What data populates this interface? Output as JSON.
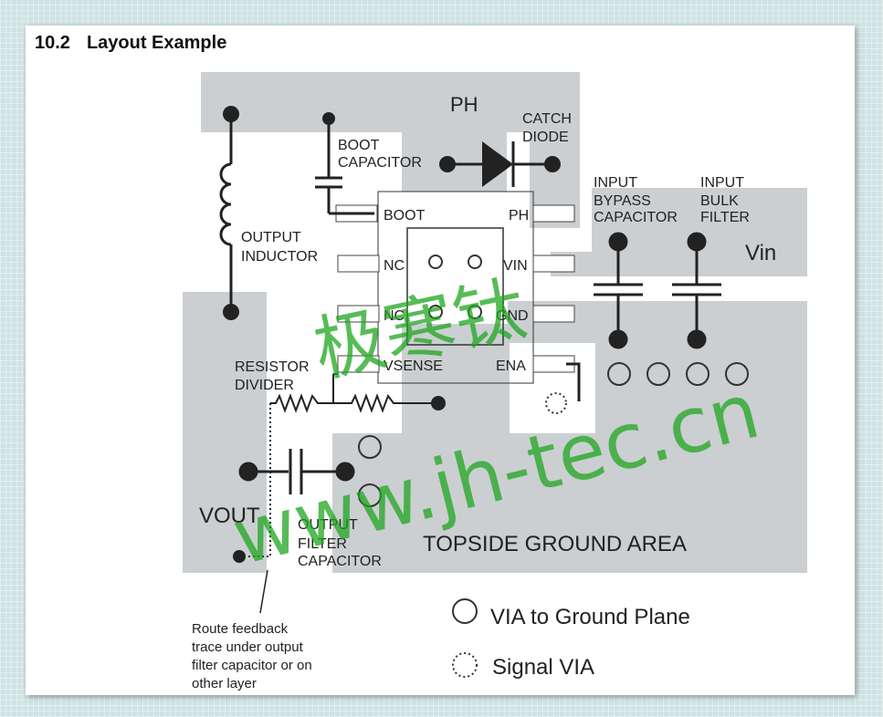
{
  "section": {
    "number": "10.2",
    "title": "Layout Example"
  },
  "labels": {
    "ph_area": "PH",
    "catch_diode": [
      "CATCH",
      "DIODE"
    ],
    "boot_capacitor": [
      "BOOT",
      "CAPACITOR"
    ],
    "output_inductor": [
      "OUTPUT",
      "INDUCTOR"
    ],
    "input_bypass": [
      "INPUT",
      "BYPASS",
      "CAPACITOR"
    ],
    "input_bulk": [
      "INPUT",
      "BULK",
      "FILTER"
    ],
    "vin": "Vin",
    "resistor_divider": [
      "RESISTOR",
      "DIVIDER"
    ],
    "vout": "VOUT",
    "output_filter": [
      "OUTPUT",
      "FILTER",
      "CAPACITOR"
    ],
    "topside_ground": "TOPSIDE GROUND AREA",
    "feedback_note": [
      "Route feedback",
      "trace under output",
      "filter capacitor or on",
      "other layer"
    ]
  },
  "pins": {
    "left": [
      "BOOT",
      "NC",
      "NC",
      "VSENSE"
    ],
    "right": [
      "PH",
      "VIN",
      "GND",
      "ENA"
    ]
  },
  "legend": {
    "via_ground": "VIA to Ground Plane",
    "signal_via": "Signal VIA"
  },
  "watermark": {
    "chinese": "极寒钛",
    "url": "www.jh-tec.cn"
  }
}
